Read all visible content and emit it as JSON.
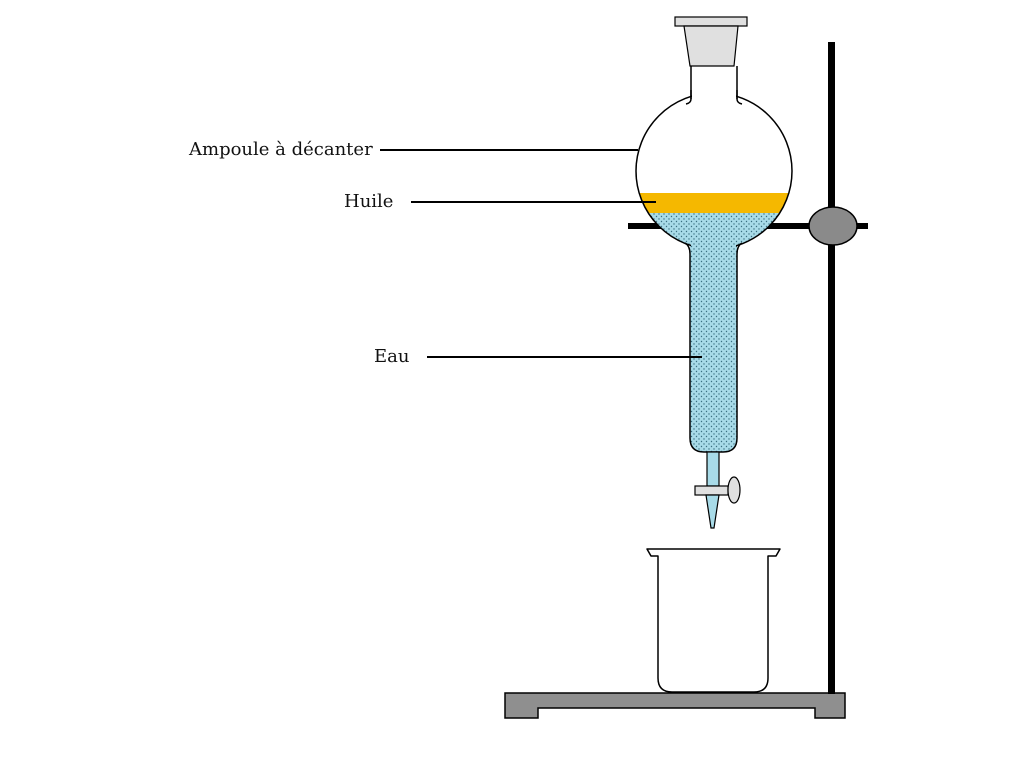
{
  "labels": {
    "funnel": "Ampoule à décanter",
    "oil": "Huile",
    "water": "Eau"
  },
  "colors": {
    "oil": "#f5b800",
    "water": "#a8dbe8",
    "water_dots": "#3a6f80",
    "stand_gray": "#8f8f8f",
    "clamp_gray": "#8a8a8a",
    "stopper_gray": "#e0e0e0",
    "outline": "#000000"
  }
}
